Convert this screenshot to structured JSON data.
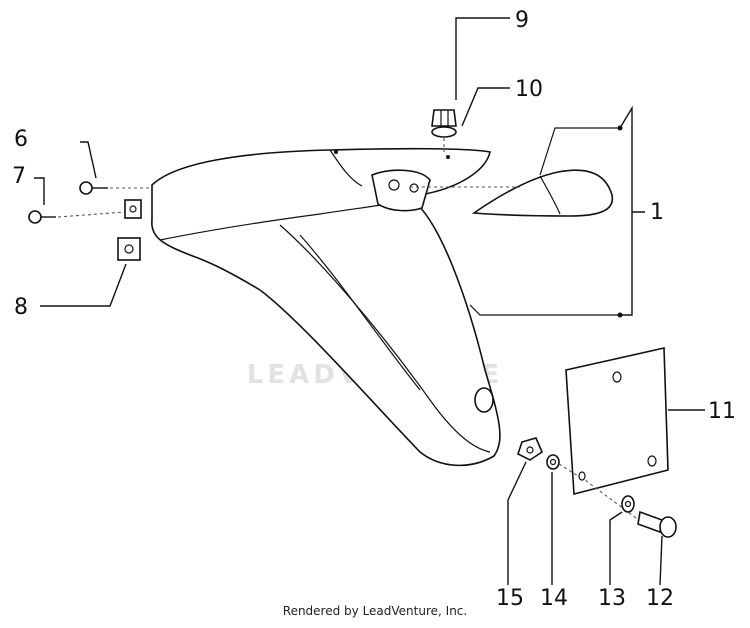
{
  "diagram": {
    "callouts": [
      {
        "id": "c1",
        "label": "1"
      },
      {
        "id": "c6",
        "label": "6"
      },
      {
        "id": "c7",
        "label": "7"
      },
      {
        "id": "c8",
        "label": "8"
      },
      {
        "id": "c9",
        "label": "9"
      },
      {
        "id": "c10",
        "label": "10"
      },
      {
        "id": "c11",
        "label": "11"
      },
      {
        "id": "c12",
        "label": "12"
      },
      {
        "id": "c13",
        "label": "13"
      },
      {
        "id": "c14",
        "label": "14"
      },
      {
        "id": "c15",
        "label": "15"
      }
    ],
    "watermark": "LEADVENTURE",
    "footer": "Rendered by LeadVenture, Inc."
  },
  "colors": {
    "ink": "#111111",
    "watermark": "#e2e2e2",
    "background": "#ffffff"
  }
}
